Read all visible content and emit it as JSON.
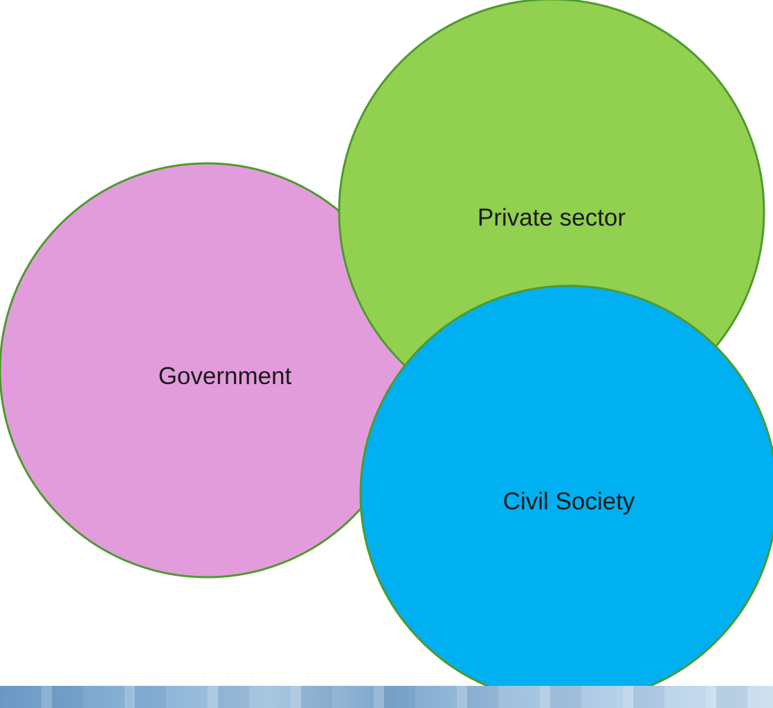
{
  "diagram": {
    "nodes": [
      {
        "id": "government",
        "label": "Government",
        "fill": "#E29CDC"
      },
      {
        "id": "private-sector",
        "label": "Private sector",
        "fill": "#92D050"
      },
      {
        "id": "civil-society",
        "label": "Civil Society",
        "fill": "#00B0F0"
      }
    ],
    "outline_color": "#4E9A2E"
  }
}
